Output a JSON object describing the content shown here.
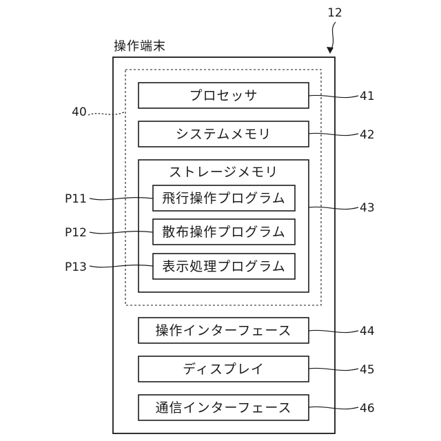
{
  "device": {
    "number": "12",
    "title": "操作端末"
  },
  "group": {
    "number": "40"
  },
  "components": {
    "processor": {
      "label": "プロセッサ",
      "number": "41"
    },
    "system_memory": {
      "label": "システムメモリ",
      "number": "42"
    },
    "storage_memory": {
      "label": "ストレージメモリ",
      "number": "43"
    },
    "operation_interface": {
      "label": "操作インターフェース",
      "number": "44"
    },
    "display": {
      "label": "ディスプレイ",
      "number": "45"
    },
    "communication_interface": {
      "label": "通信インターフェース",
      "number": "46"
    }
  },
  "programs": {
    "flight": {
      "label": "飛行操作プログラム",
      "number": "P11"
    },
    "spraying": {
      "label": "散布操作プログラム",
      "number": "P12"
    },
    "display_processing": {
      "label": "表示処理プログラム",
      "number": "P13"
    }
  }
}
